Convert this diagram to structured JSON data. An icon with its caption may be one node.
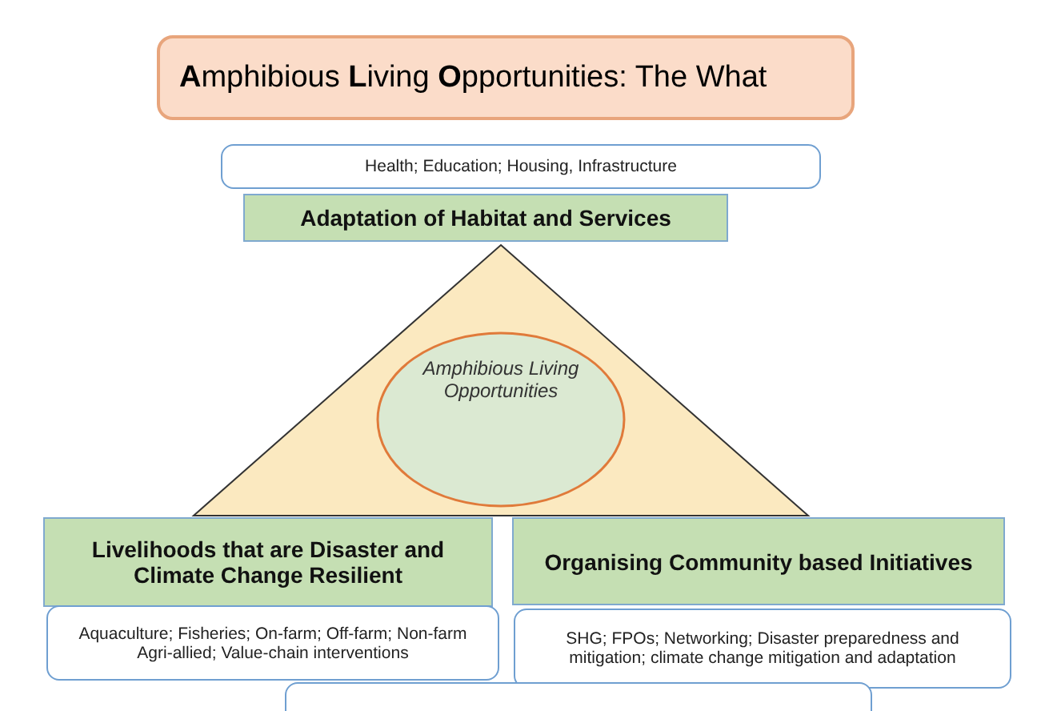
{
  "diagram": {
    "nodes": [
      {
        "text": [
          "**A**mphibious **L**iving **O**pportunities: The What"
        ]
      },
      {
        "text": [
          "Health; Education; Housing, Infrastructure"
        ]
      },
      {
        "text": [
          "Adaptation of Habitat and Services"
        ]
      },
      {
        "text": [],
        "shape": "triangle"
      },
      {
        "text": [
          "Amphibious Living Opportunities"
        ],
        "in": 3
      },
      {
        "text": [
          "Livelihoods that are Disaster and Climate Change Resilient"
        ]
      },
      {
        "text": [
          "Organising Community based Initiatives"
        ]
      },
      {
        "text": [
          "Aquaculture; Fisheries; On-farm; Off-farm; Non-farm Agri-allied; Value-chain interventions"
        ]
      },
      {
        "text": [
          "SHG; FPOs; Networking; Disaster preparedness and mitigation; climate change mitigation and adaptation"
        ]
      },
      {
        "text": [],
        "shape": "box"
      }
    ],
    "edges": []
  }
}
